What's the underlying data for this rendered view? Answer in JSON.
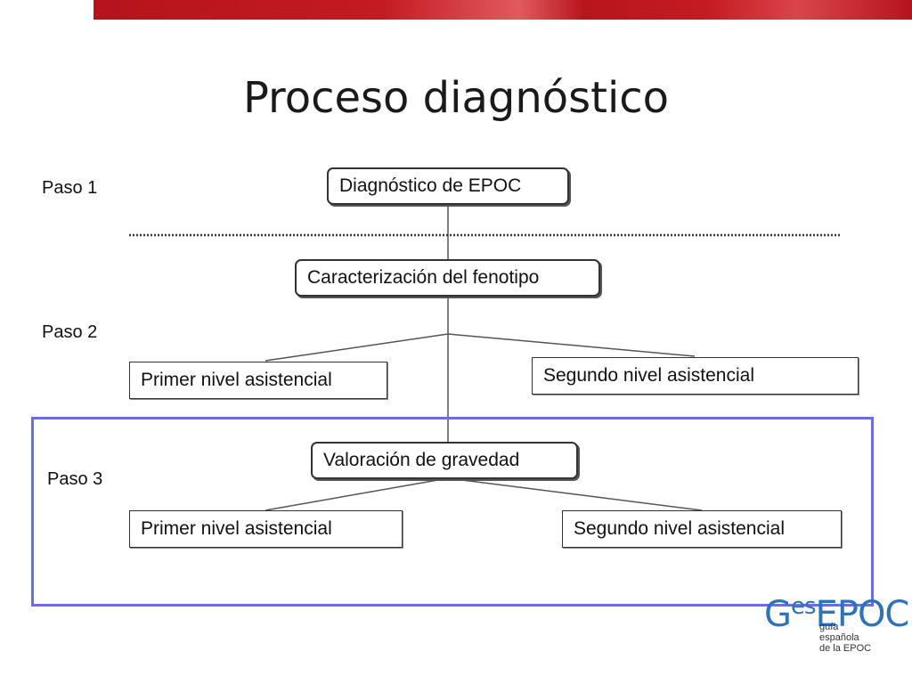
{
  "slide": {
    "title": "Proceso diagnóstico"
  },
  "steps": {
    "paso1": "Paso 1",
    "paso2": "Paso 2",
    "paso3": "Paso 3"
  },
  "nodes": {
    "diagnostico": "Diagnóstico de EPOC",
    "fenotipo": "Caracterización del fenotipo",
    "primer_nivel_1": "Primer nivel asistencial",
    "segundo_nivel_1": "Segundo nivel asistencial",
    "gravedad": "Valoración de gravedad",
    "primer_nivel_2": "Primer nivel asistencial",
    "segundo_nivel_2": "Segundo nivel asistencial"
  },
  "logo": {
    "prefix": "G",
    "sup": "es",
    "suffix": "EPOC",
    "subtitle": "guía\nespañola\nde la EPOC"
  },
  "colors": {
    "top_bar": "#c41a22",
    "frame": "#6a6ee0",
    "logo": "#2f72b8"
  }
}
